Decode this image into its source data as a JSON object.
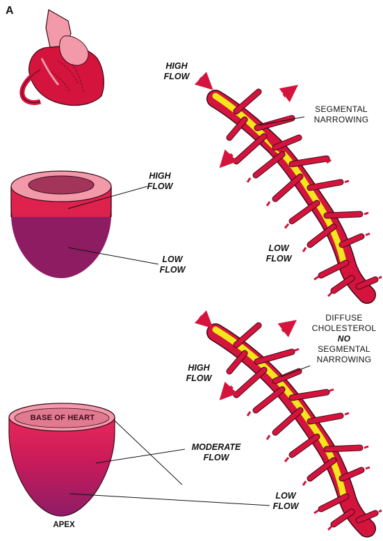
{
  "panel_letter": "A",
  "top": {
    "high_flow_arrow_label": [
      "HIGH",
      "FLOW"
    ],
    "segmental_label": [
      "SEGMENTAL",
      "NARROWING"
    ],
    "heart_high_label": [
      "HIGH",
      "FLOW"
    ],
    "heart_low_label": [
      "LOW",
      "FLOW"
    ],
    "vessel_low_label": [
      "LOW",
      "FLOW"
    ]
  },
  "bottom": {
    "diffuse_label": [
      "DIFFUSE",
      "CHOLESTEROL",
      "NO",
      "SEGMENTAL",
      "NARROWING"
    ],
    "high_label": [
      "HIGH",
      "FLOW"
    ],
    "moderate_label": [
      "MODERATE",
      "FLOW"
    ],
    "low_label": [
      "LOW",
      "FLOW"
    ],
    "base_label": "BASE OF HEART",
    "apex_label": "APEX"
  },
  "colors": {
    "vessel_red": "#d4143c",
    "cholesterol_yellow": "#f2e61c",
    "heart_red": "#e0234e",
    "heart_pink": "#f29aaa",
    "heart_purple": "#8e1c62"
  }
}
